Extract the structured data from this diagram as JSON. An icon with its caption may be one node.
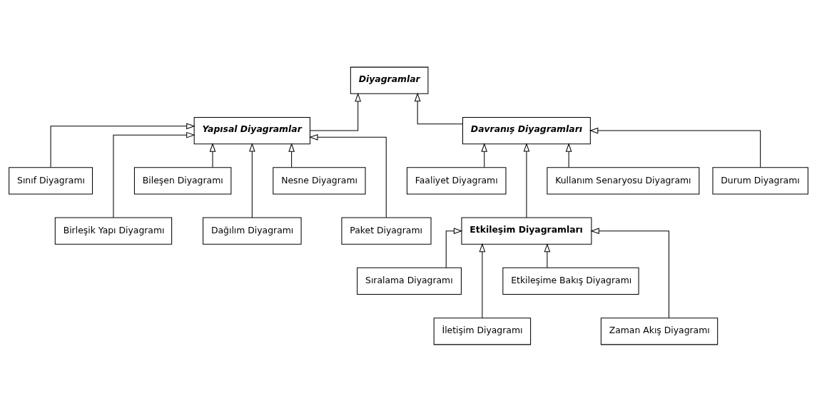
{
  "diagram": {
    "nodes": [
      {
        "text": [
          "Diyagramlar"
        ]
      },
      {
        "text": [
          "Yapısal Diyagramlar"
        ]
      },
      {
        "text": [
          "Davranış Diyagramları"
        ]
      },
      {
        "text": [
          "Sınıf Diyagramı"
        ]
      },
      {
        "text": [
          "Birleşik Yapı Diyagramı"
        ]
      },
      {
        "text": [
          "Bileşen Diyagramı"
        ]
      },
      {
        "text": [
          "Dağılım Diyagramı"
        ]
      },
      {
        "text": [
          "Nesne Diyagramı"
        ]
      },
      {
        "text": [
          "Paket Diyagramı"
        ]
      },
      {
        "text": [
          "Faaliyet Diyagramı"
        ]
      },
      {
        "text": [
          "Etkileşim Diyagramları"
        ]
      },
      {
        "text": [
          "Kullanım Senaryosu Diyagramı"
        ]
      },
      {
        "text": [
          "Durum Diyagramı"
        ]
      },
      {
        "text": [
          "Sıralama Diyagramı"
        ]
      },
      {
        "text": [
          "İletişim Diyagramı"
        ]
      },
      {
        "text": [
          "Etkileşime Bakış Diyagramı"
        ]
      },
      {
        "text": [
          "Zaman Akış Diyagramı"
        ]
      }
    ],
    "edges": [
      {
        "from": 1,
        "to": 0,
        "arrow": "to"
      },
      {
        "from": 2,
        "to": 0,
        "arrow": "to"
      },
      {
        "from": 3,
        "to": 1,
        "arrow": "to"
      },
      {
        "from": 4,
        "to": 1,
        "arrow": "to"
      },
      {
        "from": 5,
        "to": 1,
        "arrow": "to"
      },
      {
        "from": 6,
        "to": 1,
        "arrow": "to"
      },
      {
        "from": 7,
        "to": 1,
        "arrow": "to"
      },
      {
        "from": 8,
        "to": 1,
        "arrow": "to"
      },
      {
        "from": 9,
        "to": 2,
        "arrow": "to"
      },
      {
        "from": 10,
        "to": 2,
        "arrow": "to"
      },
      {
        "from": 11,
        "to": 2,
        "arrow": "to"
      },
      {
        "from": 12,
        "to": 2,
        "arrow": "to"
      },
      {
        "from": 13,
        "to": 10,
        "arrow": "to"
      },
      {
        "from": 14,
        "to": 10,
        "arrow": "to"
      },
      {
        "from": 15,
        "to": 10,
        "arrow": "to"
      },
      {
        "from": 16,
        "to": 10,
        "arrow": "to"
      }
    ]
  }
}
